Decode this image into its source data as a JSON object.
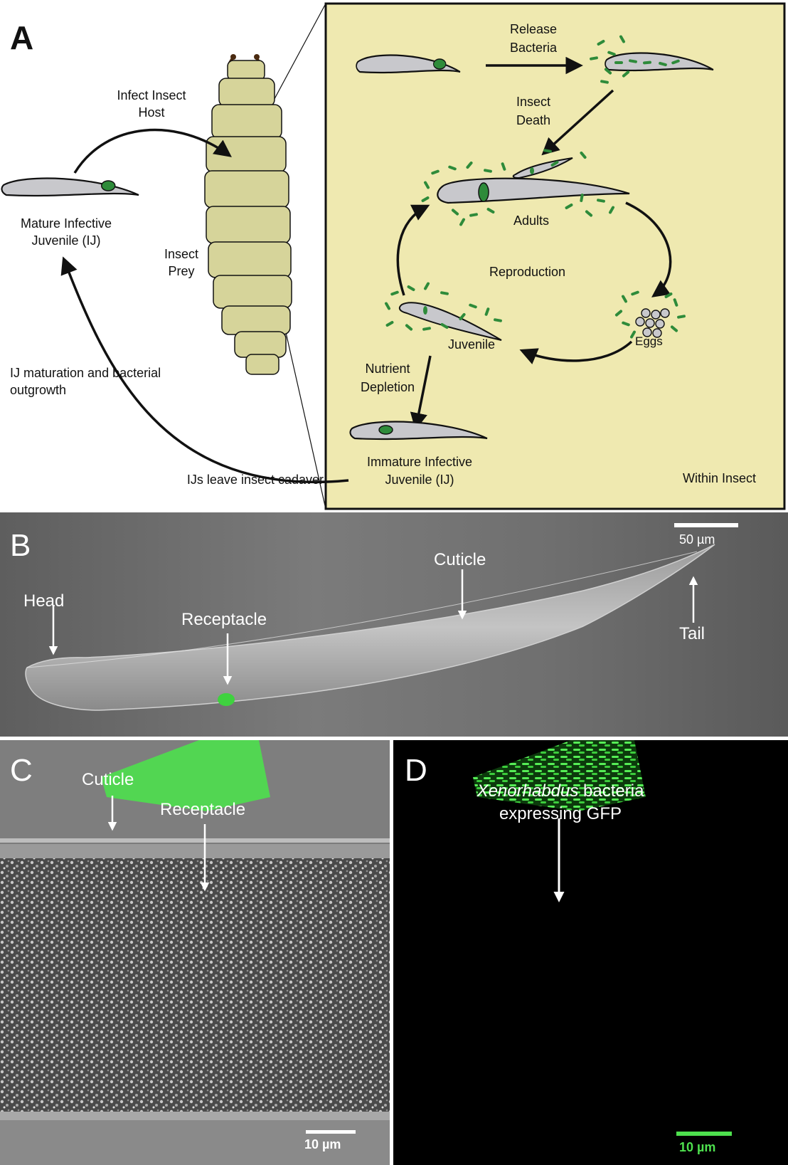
{
  "panel_a": {
    "letter": "A",
    "mature_ij": "Mature Infective Juvenile (IJ)",
    "infect_host": "Infect Insect Host",
    "insect_prey": "Insect Prey",
    "ij_maturation": "IJ maturation and bacterial outgrowth",
    "ijs_leave": "IJs leave insect cadaver",
    "release_bacteria": "Release Bacteria",
    "insect_death": "Insect Death",
    "adults": "Adults",
    "reproduction": "Reproduction",
    "eggs": "Eggs",
    "juvenile": "Juvenile",
    "nutrient_depletion": "Nutrient Depletion",
    "immature_ij": "Immature Infective Juvenile (IJ)",
    "within_insect": "Within Insect",
    "colors": {
      "box_fill": "#efe9b0",
      "insect": "#d6d49a",
      "worm": "#c8c8cc",
      "bacteria": "#2e8b3a",
      "gfp": "#4de04d"
    }
  },
  "panel_b": {
    "letter": "B",
    "scale": "50 µm",
    "head": "Head",
    "receptacle": "Receptacle",
    "cuticle": "Cuticle",
    "tail": "Tail"
  },
  "panel_c": {
    "letter": "C",
    "cuticle": "Cuticle",
    "receptacle": "Receptacle",
    "scale": "10 µm"
  },
  "panel_d": {
    "letter": "D",
    "caption_italic": "Xenorhabdus",
    "caption_rest": " bacteria",
    "caption_line2": "expressing GFP",
    "scale": "10 µm"
  }
}
